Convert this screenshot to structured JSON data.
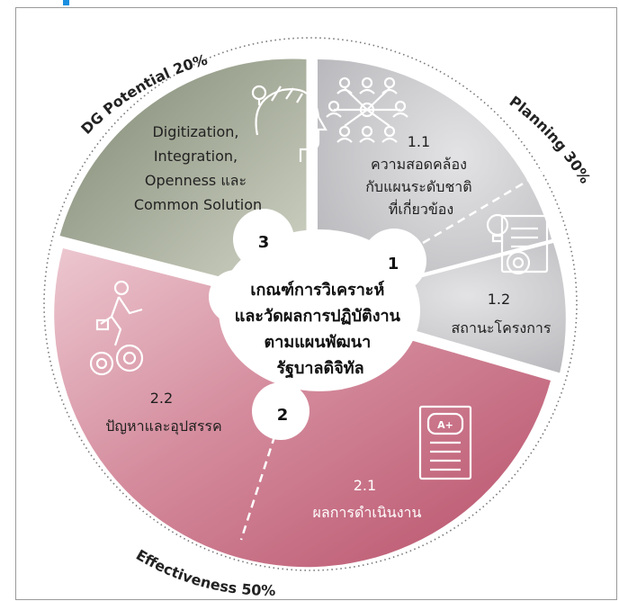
{
  "title": "เกณฑ์การวิเคราะห์ และวัดผลการปฏิบัติงาน ตามแผนพัฒนา รัฐบาลดิจิทัล",
  "center": {
    "lines": [
      "เกณฑ์การวิเคราะห์",
      "และวัดผลการปฏิบัติงาน",
      "ตามแผนพัฒนา",
      "รัฐบาลดิจิทัล"
    ],
    "num1": "1",
    "num2": "2",
    "num3": "3"
  },
  "outer_labels": {
    "planning": "Planning 30%",
    "effectiveness": "Effectiveness 50%",
    "dg": "DG Potential 20%"
  },
  "segments": {
    "p11": {
      "number": "1.1",
      "lines": [
        "ความสอดคล้อง",
        "กับแผนระดับชาติ",
        "ที่เกี่ยวข้อง"
      ]
    },
    "p12": {
      "number": "1.2",
      "lines": [
        "สถานะโครงการ"
      ]
    },
    "e21": {
      "number": "2.1",
      "lines": [
        "ผลการดำเนินงาน"
      ],
      "badge": "A+"
    },
    "e22": {
      "number": "2.2",
      "lines": [
        "ปัญหาและอุปสรรค"
      ]
    },
    "dg": {
      "lines": [
        "Digitization,",
        "Integration,",
        "Openness และ",
        "Common Solution"
      ]
    }
  },
  "colors": {
    "planning": "#c9c9cc",
    "effectiveness": "#c35e74",
    "effectiveness_light": "#e6b9c4",
    "dg": "#b9bfab",
    "dg_dark": "#8f9784",
    "center_blob": "#ffffff",
    "dashed_line": "#ffffff"
  },
  "icons": [
    "network-people-icon",
    "lightbulb-document-icon",
    "grade-report-icon",
    "person-gears-icon",
    "head-ideas-icon"
  ]
}
